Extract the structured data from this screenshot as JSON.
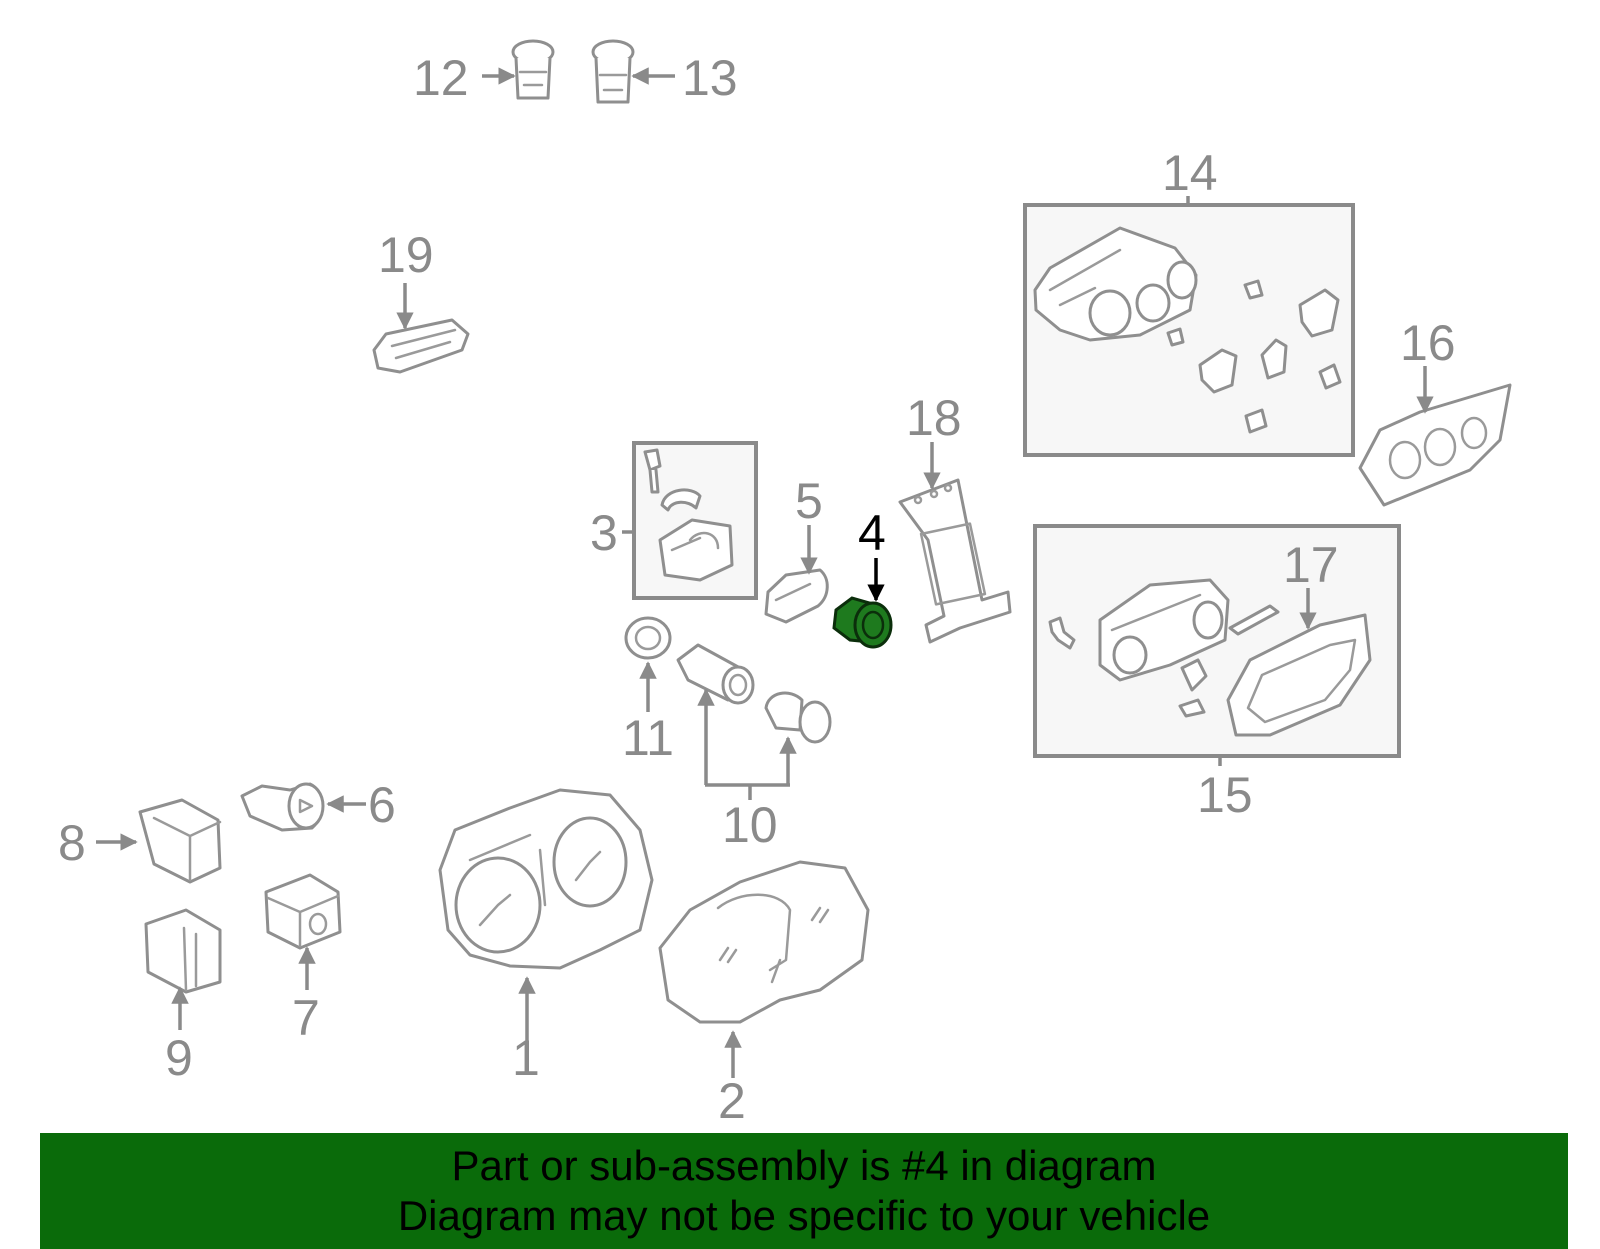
{
  "diagram": {
    "selected_part": "4",
    "highlight_color": "#1e7a1e",
    "line_color": "#8a8a8a",
    "callouts": [
      "1",
      "2",
      "3",
      "4",
      "5",
      "6",
      "7",
      "8",
      "9",
      "10",
      "11",
      "12",
      "13",
      "14",
      "15",
      "16",
      "17",
      "18",
      "19"
    ]
  },
  "banner": {
    "line1": "Part or sub-assembly is #4 in diagram",
    "line2": "Diagram may not be specific to your vehicle",
    "background": "#0a6b0a"
  }
}
